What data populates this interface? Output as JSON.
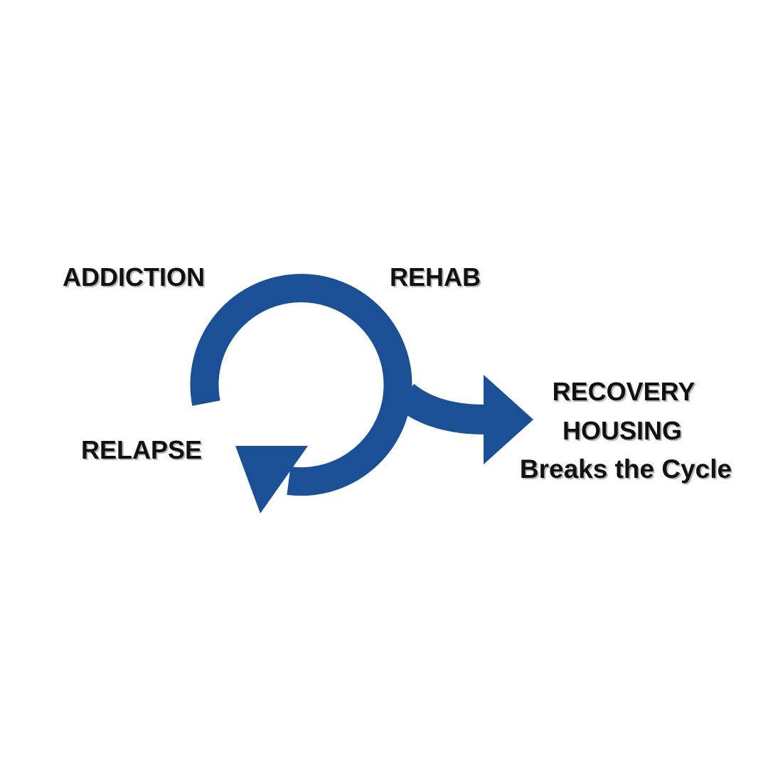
{
  "diagram": {
    "arrow_color": "#1b5097",
    "labels": {
      "addiction": "ADDICTION",
      "rehab": "REHAB",
      "relapse": "RELAPSE",
      "outcome_line1": "RECOVERY",
      "outcome_line2": "HOUSING",
      "outcome_line3": "Breaks the Cycle"
    }
  }
}
